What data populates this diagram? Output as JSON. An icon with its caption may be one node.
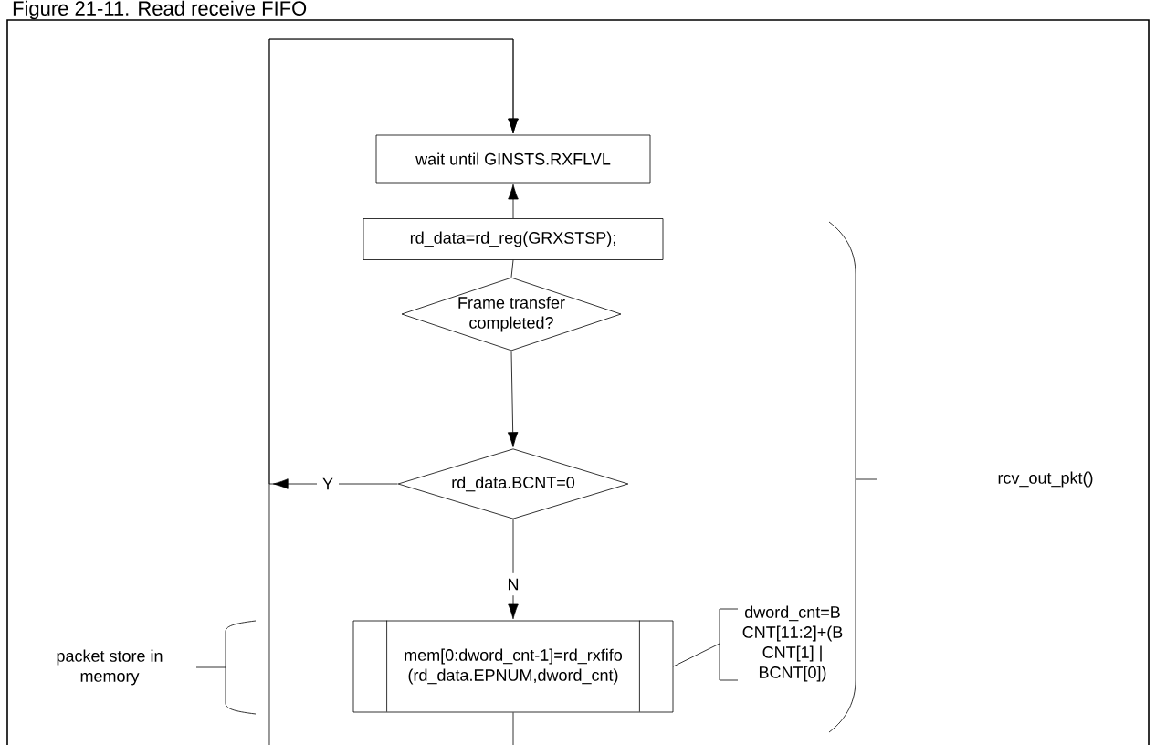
{
  "diagram": {
    "title": "Figure 21-11. Read receive FIFO",
    "nodes": [
      {
        "text": [
          "wait until GINSTS.RXFLVL"
        ]
      },
      {
        "text": [
          "rd_data=rd_reg(GRXSTSP);"
        ]
      },
      {
        "text": [
          "Frame transfer completed?"
        ]
      },
      {
        "text": [
          "rd_data.BCNT=0"
        ]
      },
      {
        "text": [
          "mem[0:dword_cnt-1]=rd_rxfifo(rd_data.EPNUM,dword_cnt)"
        ]
      },
      {
        "text": [
          "dword_cnt=BCNT[11:2]+(BCNT[1] | BCNT[0])"
        ]
      }
    ],
    "edges": [
      {
        "from": 1,
        "to": 0,
        "arrow": "to"
      },
      {
        "from": 1,
        "to": 2,
        "arrow": "none"
      },
      {
        "from": 2,
        "to": 3,
        "arrow": "to"
      },
      {
        "from": 3,
        "to": 0,
        "arrow": "to",
        "label": "Y"
      },
      {
        "from": 3,
        "to": 4,
        "arrow": "to",
        "label": "N"
      },
      {
        "from": 4,
        "to": 0,
        "arrow": "to"
      },
      {
        "from": 4,
        "to": 5,
        "arrow": "none"
      }
    ],
    "labels": [
      "packet store in memory",
      "rcv_out_pkt()"
    ]
  }
}
